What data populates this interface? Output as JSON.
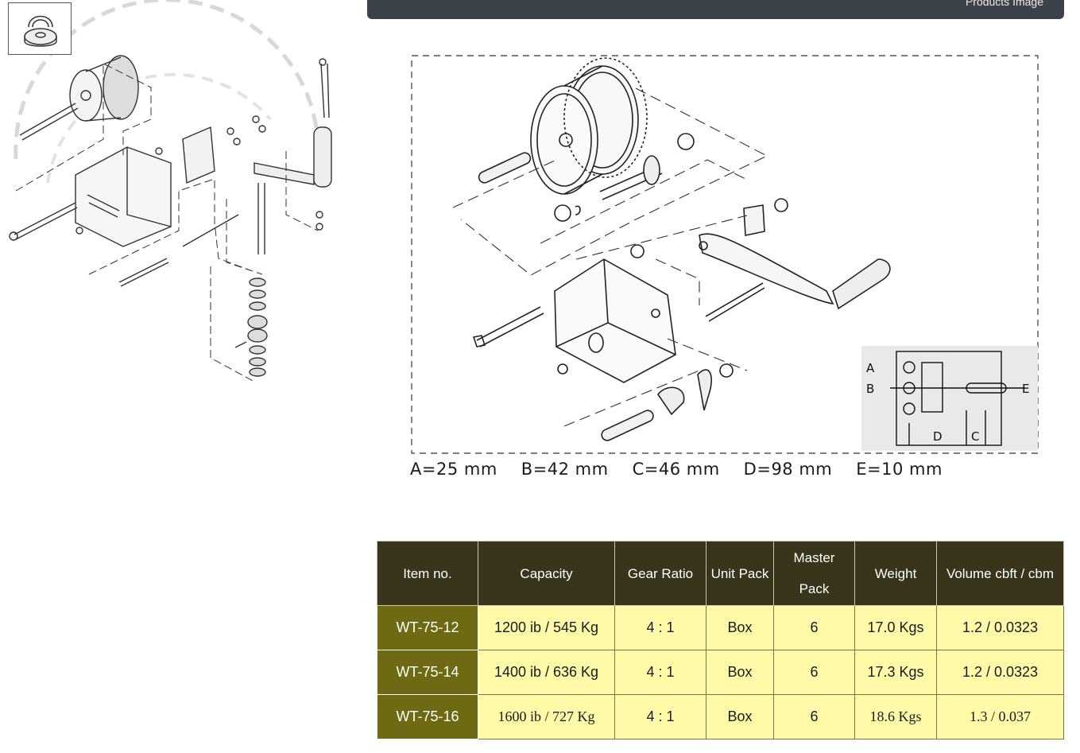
{
  "header": {
    "left_label": "",
    "right_label": "Products Image"
  },
  "dimensions": [
    "A=25 mm",
    "B=42 mm",
    "C=46 mm",
    "D=98 mm",
    "E=10 mm"
  ],
  "diagram_labels": {
    "a": "A",
    "b": "B",
    "c": "C",
    "d": "D",
    "e": "E"
  },
  "table": {
    "headers": [
      "Item no.",
      "Capacity",
      "Gear Ratio",
      "Unit Pack",
      "Master Pack",
      "Weight",
      "Volume cbft / cbm"
    ],
    "rows": [
      [
        "WT-75-12",
        "1200 ib / 545 Kg",
        "4 : 1",
        "Box",
        "6",
        "17.0 Kgs",
        "1.2 / 0.0323"
      ],
      [
        "WT-75-14",
        "1400 ib / 636 Kg",
        "4 : 1",
        "Box",
        "6",
        "17.3 Kgs",
        "1.2 / 0.0323"
      ],
      [
        "WT-75-16",
        "1600 ib / 727 Kg",
        "4 : 1",
        "Box",
        "6",
        "18.6 Kgs",
        "1.3 / 0.037"
      ]
    ]
  },
  "colors": {
    "header_bg": "#38351c",
    "item_bg": "#6e6a14",
    "cell_bg": "#fffaa8",
    "topbar_bg": "#3b4249"
  }
}
